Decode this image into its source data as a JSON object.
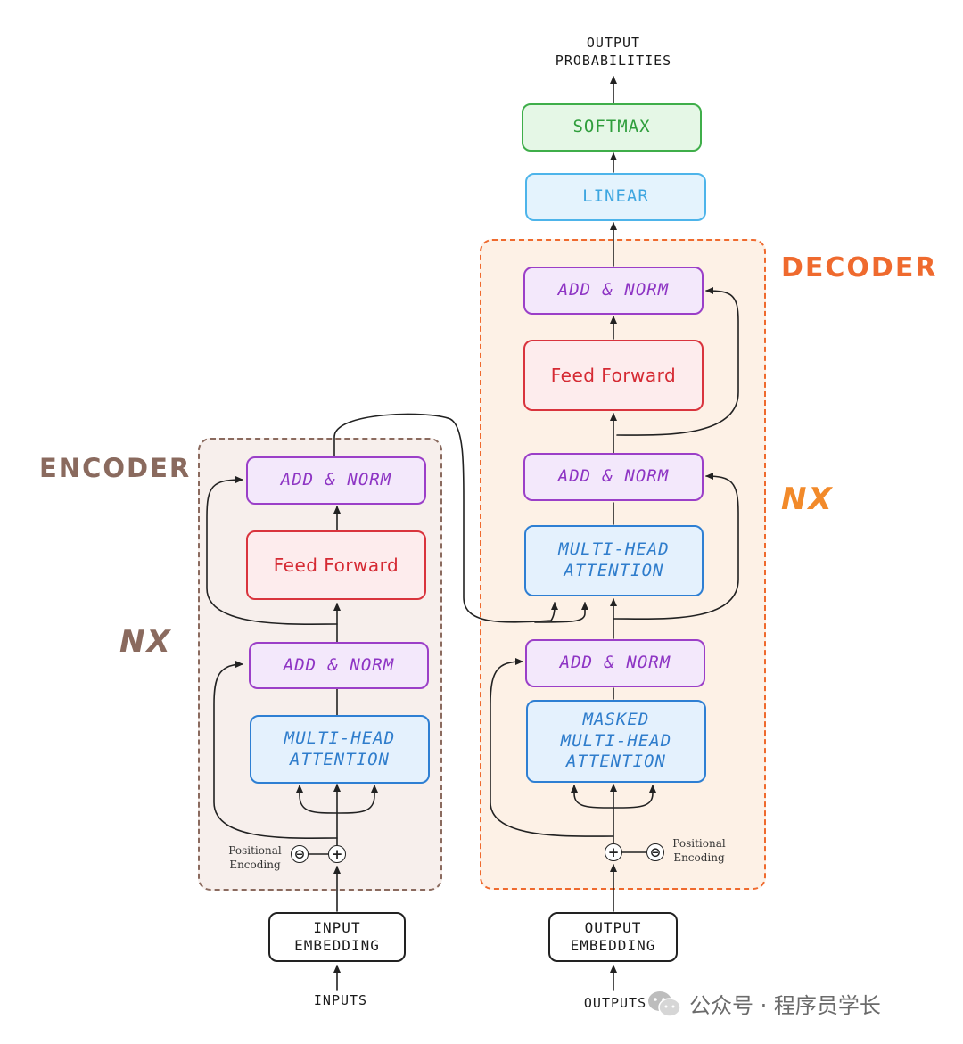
{
  "encoder": {
    "title": "ENCODER",
    "repeat": "NX",
    "add_norm_top": "ADD & NORM",
    "feed_forward": "Feed Forward",
    "add_norm_bottom": "ADD & NORM",
    "mha_line1": "MULTI-HEAD",
    "mha_line2": "ATTENTION",
    "pos_line1": "Positional",
    "pos_line2": "Encoding",
    "embed_line1": "INPUT",
    "embed_line2": "EMBEDDING",
    "source": "INPUTS"
  },
  "decoder": {
    "title": "DECODER",
    "repeat": "NX",
    "add_norm_top": "ADD & NORM",
    "feed_forward": "Feed Forward",
    "add_norm_mid": "ADD & NORM",
    "mha_line1": "MULTI-HEAD",
    "mha_line2": "ATTENTION",
    "add_norm_bottom": "ADD & NORM",
    "masked_line1": "MASKED",
    "masked_line2": "MULTI-HEAD",
    "masked_line3": "ATTENTION",
    "pos_line1": "Positional",
    "pos_line2": "Encoding",
    "embed_line1": "OUTPUT",
    "embed_line2": "EMBEDDING",
    "source": "OUTPUTS"
  },
  "head": {
    "linear": "LINEAR",
    "softmax": "SOFTMAX",
    "output_line1": "OUTPUT",
    "output_line2": "PROBABILITIES"
  },
  "operators": {
    "add_symbol": "+",
    "encoding_symbol": "⊖"
  },
  "watermark": "公众号 · 程序员学长",
  "colors": {
    "encoder_accent": "#8a6a5e",
    "decoder_accent": "#ef6a2e",
    "add_norm": "#9b3fc8",
    "feed_forward": "#d9343d",
    "attention": "#2e7fd3",
    "linear": "#4db4ea",
    "softmax": "#3fae4a"
  }
}
